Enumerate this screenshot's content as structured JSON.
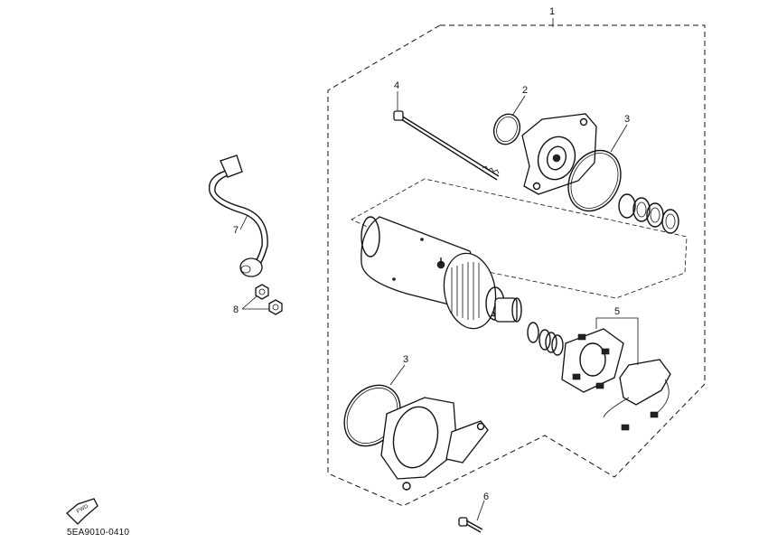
{
  "callouts": [
    "1",
    "2",
    "3",
    "4",
    "5",
    "6",
    "7",
    "8"
  ],
  "callout_3b": "3",
  "diagram_code": "5EA9010-0410",
  "fwd_label": "FWD",
  "parts": {
    "assembly": "starter-motor-assembly",
    "o_ring": "o-ring",
    "bracket": "front-cover-bracket",
    "bolt_long": "through-bolt",
    "brush_set": "brush-holder-set",
    "bolt_short": "mounting-bolt",
    "lead_wire": "lead-wire",
    "nuts": "nuts"
  }
}
